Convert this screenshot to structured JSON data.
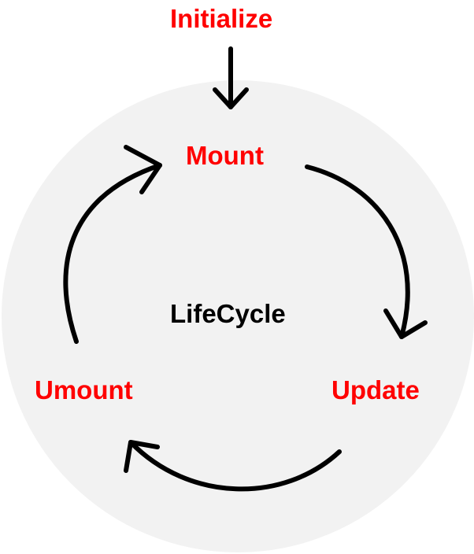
{
  "diagram": {
    "center_label": "LifeCycle",
    "entry_label": "Initialize",
    "phases": {
      "mount": "Mount",
      "update": "Update",
      "umount": "Umount"
    }
  },
  "colors": {
    "phase_text": "#ff0000",
    "center_text": "#000000",
    "arrow": "#000000",
    "circle_fill": "#f2f2f2",
    "page_bg": "#ffffff"
  }
}
